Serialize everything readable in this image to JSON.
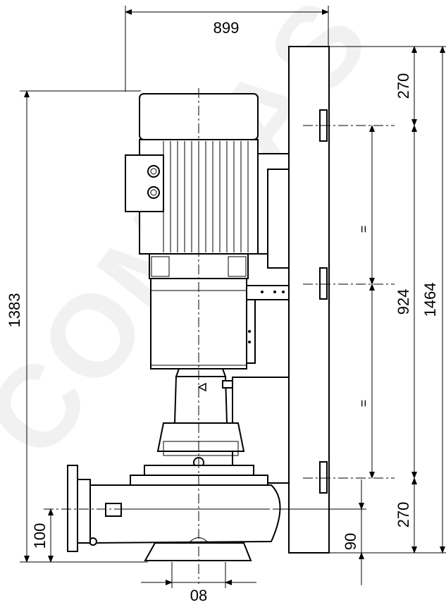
{
  "watermark": "COMBAS",
  "dimensions": {
    "overall_width": "899",
    "overall_height": "1383",
    "plate_height": "1464",
    "mount_spacing": "924",
    "top_offset": "270",
    "bottom_offset": "270",
    "pipe_axis_height": "100",
    "base_offset": "90",
    "foot_width": "08",
    "equal_upper": "=",
    "equal_lower": "="
  }
}
